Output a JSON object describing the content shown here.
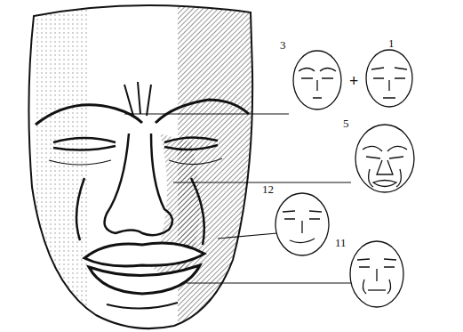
{
  "diagram": {
    "labels": [
      "3",
      "+",
      "1",
      "5",
      "12",
      "11"
    ]
  }
}
